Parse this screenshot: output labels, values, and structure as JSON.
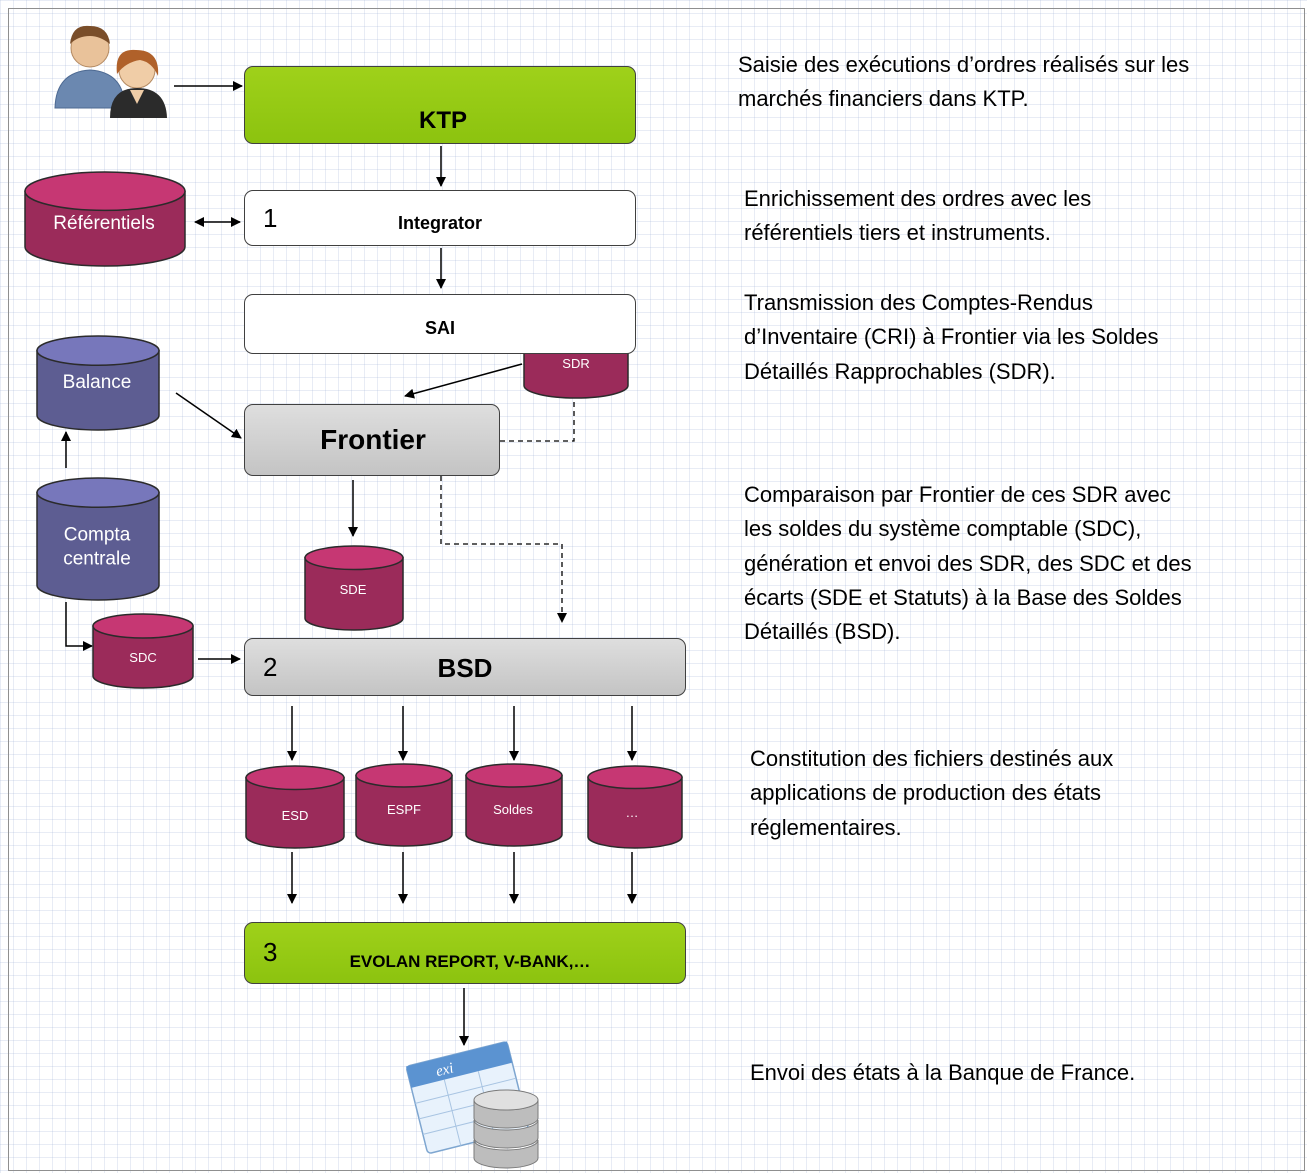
{
  "boxes": {
    "ktp": "KTP",
    "integrator": {
      "num": "1",
      "title": "Integrator"
    },
    "sai": "SAI",
    "frontier": "Frontier",
    "bsd": {
      "num": "2",
      "title": "BSD"
    },
    "evolan": {
      "num": "3",
      "title": "EVOLAN REPORT, V-BANK,…"
    }
  },
  "databases": {
    "referentiels": "Référentiels",
    "sdr": "SDR",
    "balance": "Balance",
    "compta": [
      "Compta",
      "centrale"
    ],
    "sde": "SDE",
    "sdc": "SDC",
    "esd": "ESD",
    "espf": "ESPF",
    "soldes": "Soldes",
    "etc": "…"
  },
  "icons": {
    "users": "users-icon",
    "export": "export-database-icon",
    "export_label": "exi"
  },
  "descriptions": [
    [
      "Saisie des exécutions d’ordres réalisés sur les",
      "marchés financiers dans KTP."
    ],
    [
      "Enrichissement des ordres avec les",
      "référentiels tiers et instruments."
    ],
    [
      "Transmission des Comptes-Rendus",
      "d’Inventaire (CRI) à Frontier via les Soldes",
      "Détaillés Rapprochables (SDR)."
    ],
    [
      "Comparaison par Frontier de ces SDR avec",
      "les soldes du système comptable (SDC),",
      "génération et envoi des SDR, des SDC et des",
      "écarts (SDE et Statuts) à la Base des Soldes",
      "Détaillés (BSD)."
    ],
    [
      "Constitution des fichiers destinés aux",
      "applications de production des états",
      "réglementaires."
    ],
    [
      "Envoi des états à la Banque de France."
    ]
  ],
  "colors": {
    "green": "#95c912",
    "db_purple": "#9b2b5a",
    "db_blue": "#5d5d92",
    "box_grey": "#d0d0d0"
  }
}
